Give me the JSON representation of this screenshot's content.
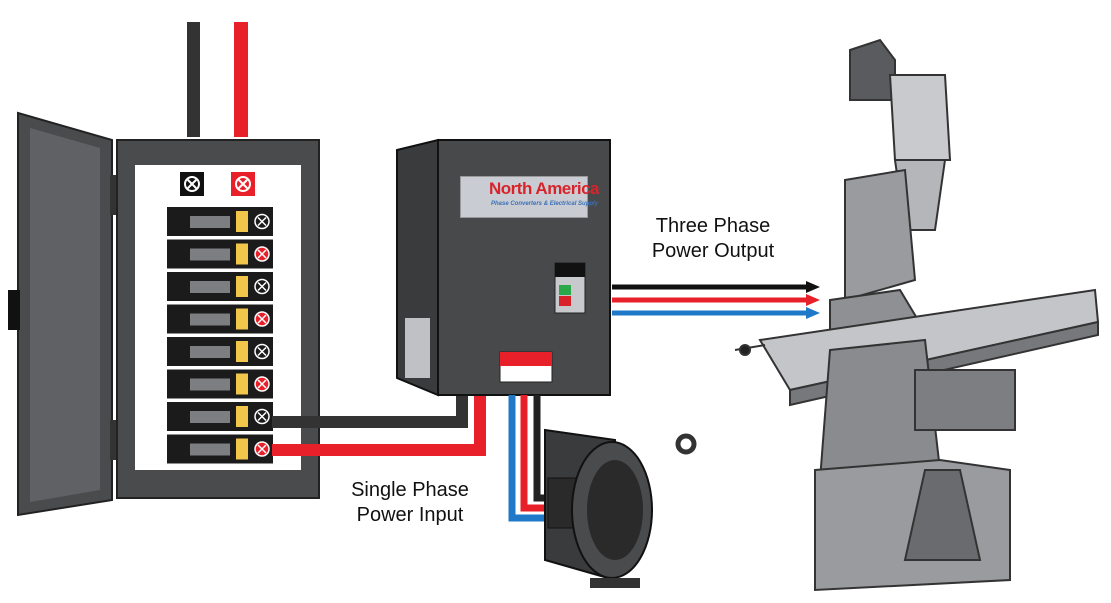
{
  "labels": {
    "output_line1": "Three Phase",
    "output_line2": "Power Output",
    "input_line1": "Single Phase",
    "input_line2": "Power Input"
  },
  "logo": {
    "brand": "North America",
    "tagline": "Phase Converters & Electrical Supply"
  },
  "colors": {
    "wire_black": "#2b2b2b",
    "wire_red": "#e8202a",
    "wire_blue": "#1f78c8",
    "enclosure": "#454648",
    "machine_gray": "#9a9b9e"
  }
}
